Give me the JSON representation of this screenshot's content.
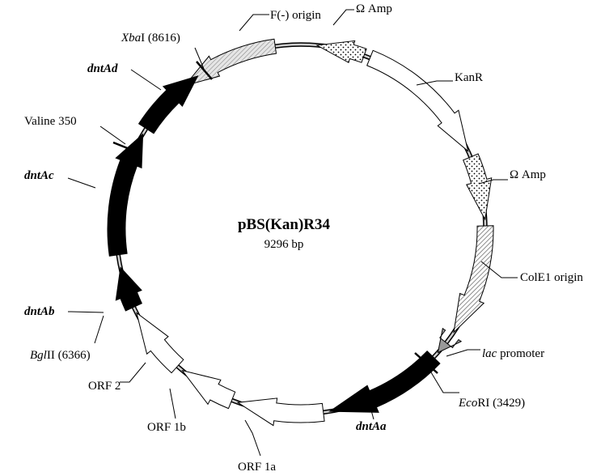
{
  "plasmid": {
    "name": "pBS(Kan)R34",
    "size": "9296 bp"
  },
  "colors": {
    "black_gene": "#000000",
    "white_gene": "#ffffff",
    "hatch": "#b3b3b3",
    "promoter": "#999999",
    "backbone": "#d9d9d9"
  },
  "features": [
    {
      "id": "f-origin",
      "label": "F(-) origin",
      "fill": "hatch-light"
    },
    {
      "id": "amp-top",
      "label": "Ω Amp",
      "fill": "dots"
    },
    {
      "id": "kanr",
      "label": "KanR",
      "fill": "white"
    },
    {
      "id": "amp-right",
      "label": "Ω Amp",
      "fill": "dots"
    },
    {
      "id": "cole1",
      "label": "ColE1 origin",
      "fill": "hatch"
    },
    {
      "id": "lac",
      "italic": "lac",
      "rest": " promoter",
      "fill": "grey"
    },
    {
      "id": "dntaa",
      "label": "dntAa",
      "fill": "black"
    },
    {
      "id": "orf1a",
      "label": "ORF 1a",
      "fill": "white"
    },
    {
      "id": "orf1b",
      "label": "ORF 1b",
      "fill": "white"
    },
    {
      "id": "orf2",
      "label": "ORF 2",
      "fill": "white"
    },
    {
      "id": "dntab",
      "label": "dntAb",
      "fill": "black"
    },
    {
      "id": "dntac",
      "label": "dntAc",
      "fill": "black"
    },
    {
      "id": "dntad",
      "label": "dntAd",
      "fill": "black"
    }
  ],
  "sites": [
    {
      "id": "xbai",
      "italic": "Xba",
      "rest": "I (8616)"
    },
    {
      "id": "valine",
      "label": "Valine 350"
    },
    {
      "id": "bglii",
      "italic": "Bgl",
      "rest": "II (6366)"
    },
    {
      "id": "ecori",
      "italic": "Eco",
      "rest": "RI (3429)"
    }
  ]
}
